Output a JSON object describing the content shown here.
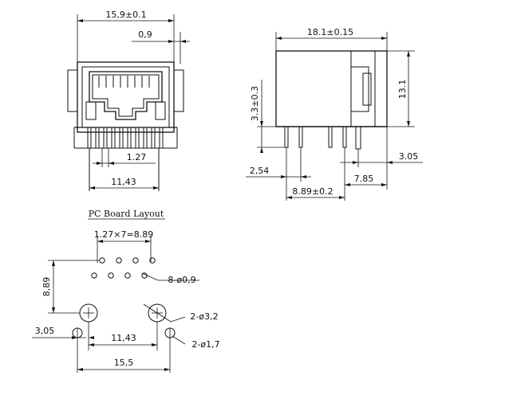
{
  "front_view": {
    "width_dim": "15,9±0.1",
    "offset_dim": "0,9",
    "pin_pitch_dim": "1.27",
    "leg_span_dim": "11,43"
  },
  "side_view": {
    "length_dim": "18.1±0.15",
    "height_dim": "13.1",
    "pin_height_dim": "3.3±0.3",
    "left_offset_dim": "2,54",
    "row_pitch_dim": "8.89±0.2",
    "right_offset_dim": "7.85",
    "rear_offset_dim": "3.05"
  },
  "pcb_layout": {
    "title": "PC Board Layout",
    "pitch_dim": "1.27×7=8.89",
    "signal_holes_dim": "8-ø0,9",
    "height_dim": "8,89",
    "mount_holes_dim": "2-ø3,2",
    "left_offset_dim": "3,05",
    "mount_span_dim": "11,43",
    "locating_holes_dim": "2-ø1,7",
    "total_width_dim": "15,5"
  }
}
